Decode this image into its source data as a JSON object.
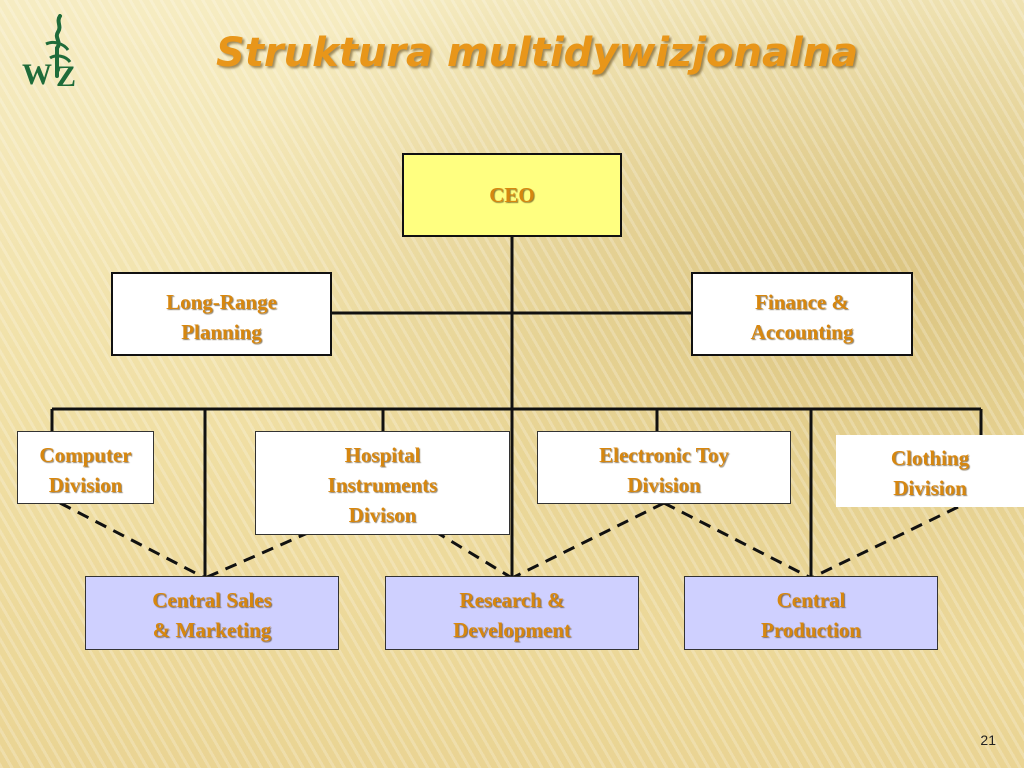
{
  "slide": {
    "title": "Struktura multidywizjonalna",
    "page_number": "21",
    "logo": {
      "name": "wz-logo-icon",
      "color": "#1f6b3a"
    }
  },
  "org_chart": {
    "ceo": "CEO",
    "staff": {
      "left": "Long-Range\nPlanning",
      "right": "Finance &\nAccounting"
    },
    "divisions": [
      "Computer\nDivision",
      "Hospital\nInstruments\nDivison",
      "Electronic Toy\nDivision",
      "Clothing\nDivision"
    ],
    "central_functions": [
      "Central Sales\n& Marketing",
      "Research &\nDevelopment",
      "Central\nProduction"
    ]
  },
  "colors": {
    "title": "#e8961a",
    "box_text": "#d7870f",
    "ceo_fill": "#ffff80",
    "central_fill": "#cfd0ff",
    "line": "#111111"
  }
}
